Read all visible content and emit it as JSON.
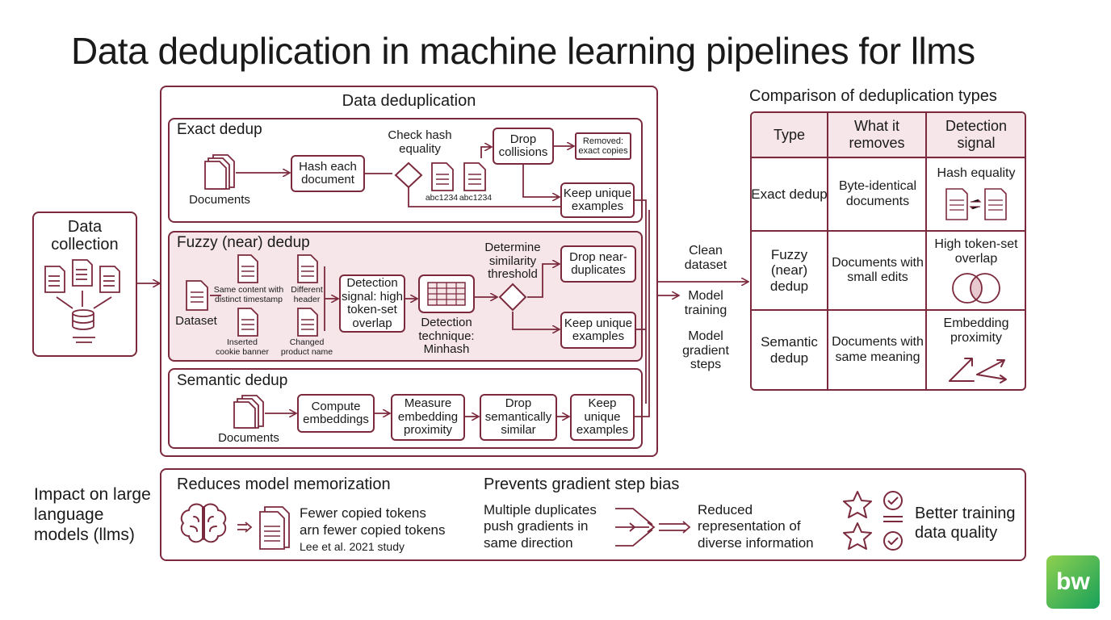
{
  "title": "Data deduplication in machine learning pipelines for llms",
  "collection": {
    "label": "Data collection"
  },
  "dedup_section": {
    "title": "Data deduplication",
    "exact": {
      "title": "Exact dedup",
      "documents": "Documents",
      "hash_each": "Hash each document",
      "check_hash": "Check hash equality",
      "hash_a": "abc1234",
      "hash_b": "abc1234",
      "drop_collisions": "Drop collisions",
      "removed": "Removed: exact copies",
      "keep_unique": "Keep unique examples"
    },
    "fuzzy": {
      "title": "Fuzzy (near) dedup",
      "dataset": "Dataset",
      "var1": "Same content with distinct timestamp",
      "var2": "Different header",
      "var3": "Inserted cookie banner",
      "var4": "Changed product name",
      "detection_signal": "Detection signal: high token-set overlap",
      "technique": "Detection technique: Minhash",
      "threshold": "Determine similarity threshold",
      "drop_near": "Drop near-duplicates",
      "keep_unique": "Keep unique examples"
    },
    "semantic": {
      "title": "Semantic dedup",
      "documents": "Documents",
      "compute": "Compute embeddings",
      "measure": "Measure embedding proximity",
      "drop": "Drop semantically similar",
      "keep_unique": "Keep unique examples"
    }
  },
  "outputs": {
    "clean": "Clean dataset",
    "training": "Model training",
    "gradient": "Model gradient steps"
  },
  "comparison": {
    "title": "Comparison of deduplication types",
    "headers": [
      "Type",
      "What it removes",
      "Detection signal"
    ],
    "rows": [
      {
        "type": "Exact dedup",
        "removes": "Byte-identical documents",
        "signal": "Hash equality"
      },
      {
        "type": "Fuzzy (near) dedup",
        "removes": "Documents with small edits",
        "signal": "High token-set overlap"
      },
      {
        "type": "Semantic dedup",
        "removes": "Documents with same meaning",
        "signal": "Embedding proximity"
      }
    ]
  },
  "impact": {
    "label": "Impact on large language models (llms)",
    "memorization": {
      "title": "Reduces model memorization",
      "line1": "Fewer copied tokens",
      "line2": "arn fewer copied tokens",
      "line3": "Lee et al. 2021 study"
    },
    "gradient": {
      "title": "Prevents gradient step bias",
      "left": "Multiple duplicates push gradients in same direction",
      "right": "Reduced representation of diverse information"
    },
    "quality": "Better training data quality"
  },
  "colors": {
    "accent": "#7b2a3d",
    "fuzzy_bg": "#f6e6e9",
    "header_bg": "#f6e6e9"
  },
  "logo": "bw"
}
